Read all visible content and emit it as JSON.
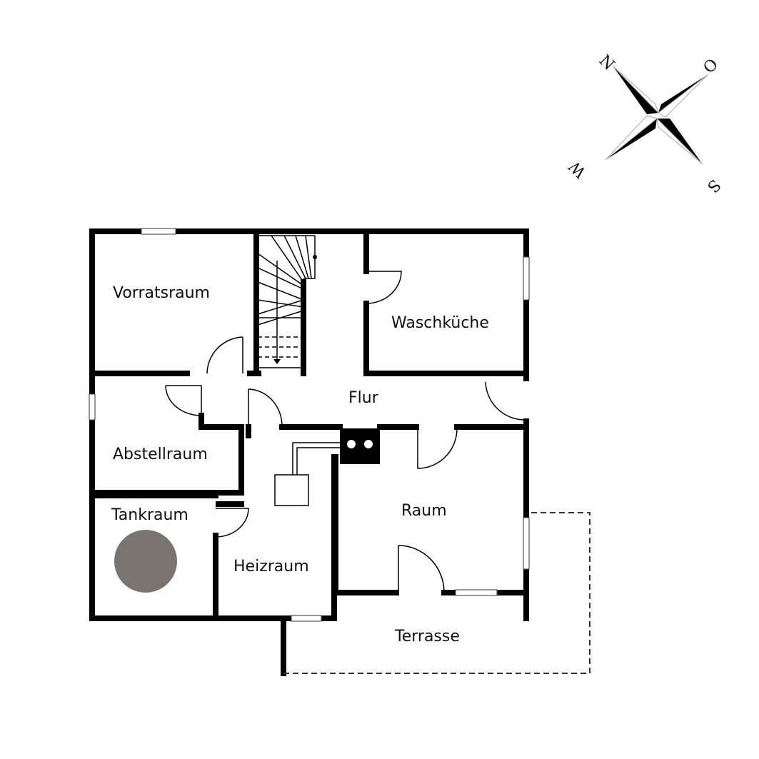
{
  "rooms": {
    "vorratsraum": "Vorratsraum",
    "waschkueche": "Waschküche",
    "flur": "Flur",
    "abstellraum": "Abstellraum",
    "tankraum": "Tankraum",
    "heizraum": "Heizraum",
    "raum": "Raum",
    "terrasse": "Terrasse"
  },
  "compass": {
    "north": "N",
    "east": "O",
    "south": "S",
    "west": "W"
  },
  "colors": {
    "wall": "#000000",
    "tank": "#7a7470"
  }
}
